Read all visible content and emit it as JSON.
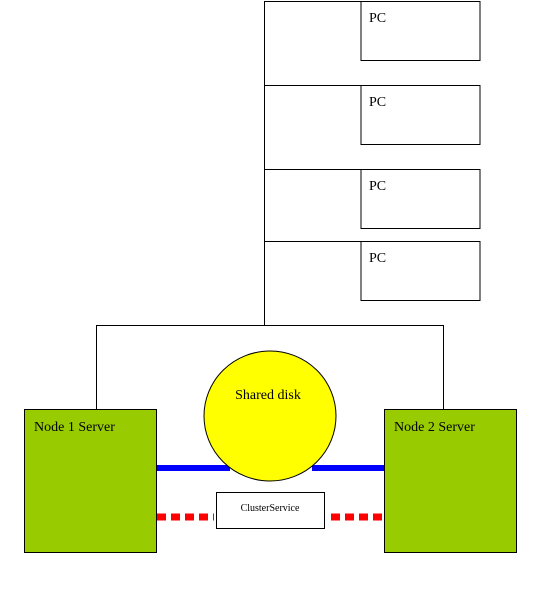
{
  "pcs": [
    {
      "label": "PC"
    },
    {
      "label": "PC"
    },
    {
      "label": "PC"
    },
    {
      "label": "PC"
    }
  ],
  "node1": {
    "label": "Node 1 Server"
  },
  "node2": {
    "label": "Node 2 Server"
  },
  "shared_disk": {
    "label": "Shared disk"
  },
  "cluster_service": {
    "label": "ClusterService"
  },
  "colors": {
    "server_fill": "#99cc00",
    "disk_fill": "#ffff00",
    "storage_link": "#0000ff",
    "heartbeat_link": "#ff0000",
    "line": "#000000"
  }
}
